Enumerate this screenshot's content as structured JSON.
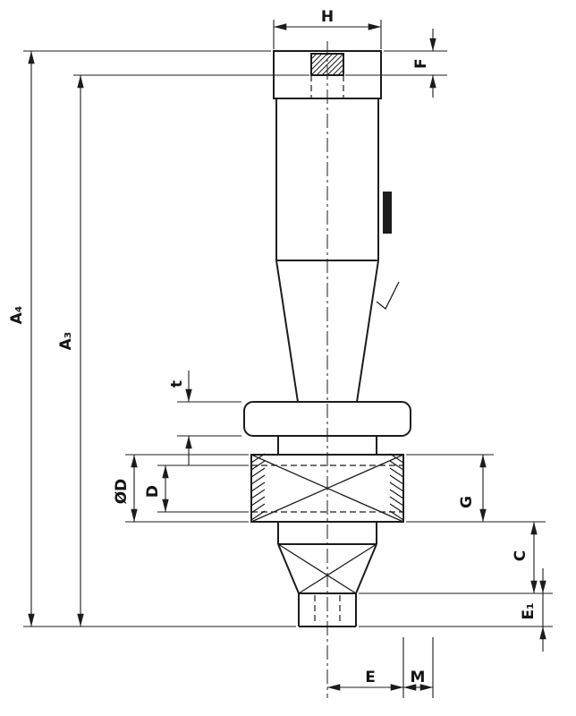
{
  "page": {
    "background": "#ffffff",
    "line_color": "#1c1c1c"
  },
  "drawing": {
    "kind": "dimensioned technical outline drawing of a threaded fitting component",
    "labels": {
      "H": "H",
      "F": "F",
      "A4": "A₄",
      "A3": "A₃",
      "t": "t",
      "OD": "ØD",
      "D": "D",
      "G": "G",
      "C": "C",
      "E1": "E₁",
      "E": "E",
      "M": "M"
    }
  }
}
